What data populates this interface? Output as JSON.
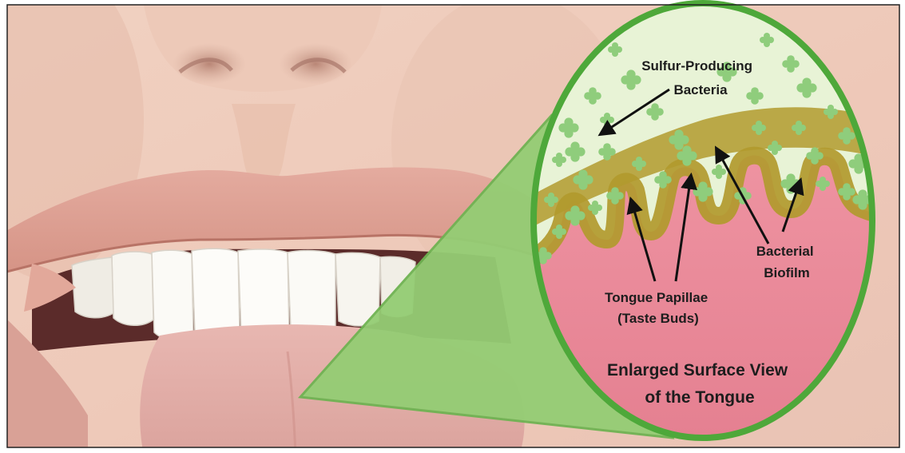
{
  "labels": {
    "sulfur_bacteria": [
      "Sulfur-Producing",
      "Bacteria"
    ],
    "bacterial_biofilm": [
      "Bacterial",
      "Biofilm"
    ],
    "tongue_papillae": [
      "Tongue Papillae",
      "(Taste Buds)"
    ],
    "caption": [
      "Enlarged Surface View",
      "of the Tongue"
    ]
  },
  "colors": {
    "frame": "#222222",
    "lens_ring": "#4ea83a",
    "callout_cone": "#94cd74",
    "bacteria": "#8fcd7c",
    "biofilm": "#b19a2e",
    "tongue_tissue": "#ea8c9a",
    "upper_zone": "#e8f3d6",
    "skin": "#f1d2c2",
    "lips": "#d99a8c",
    "teeth": "#fbfaf6"
  }
}
